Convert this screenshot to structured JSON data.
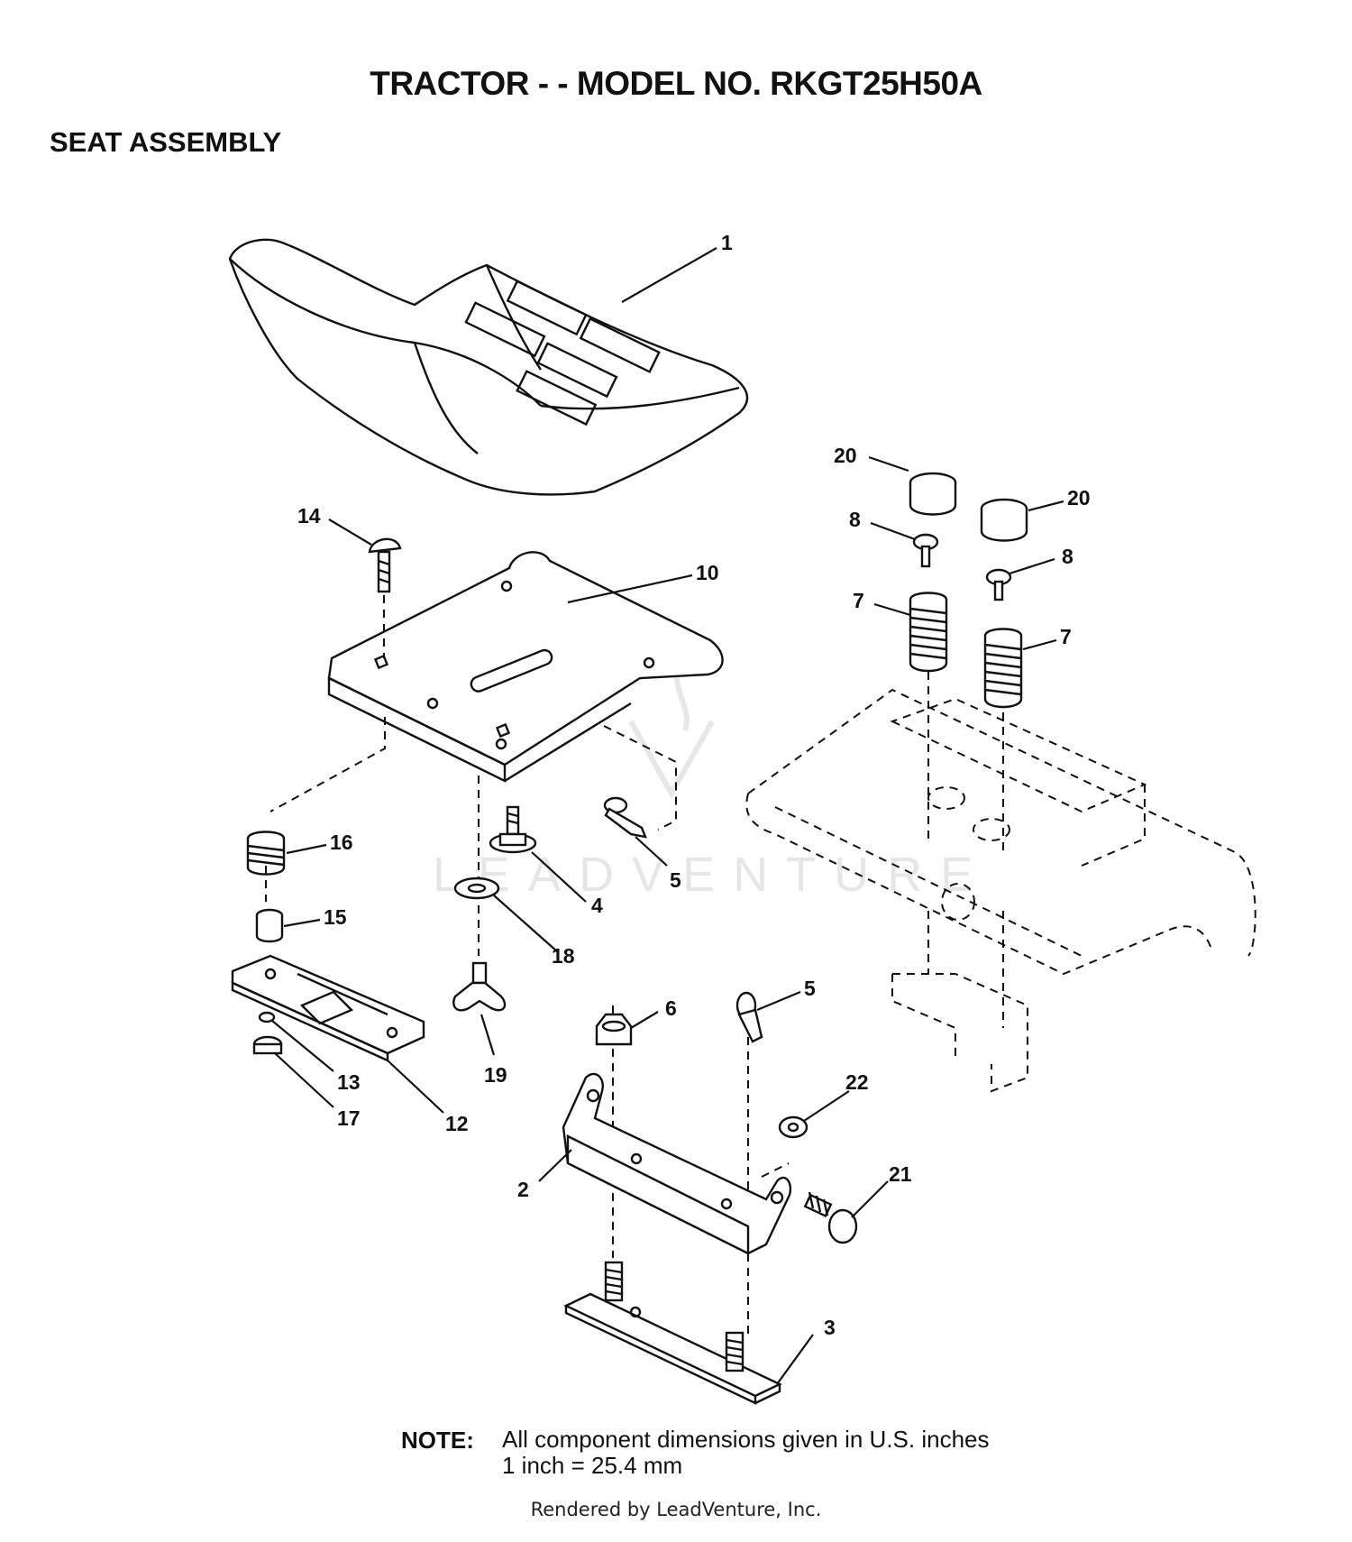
{
  "header": {
    "title": "TRACTOR - - MODEL NO. RKGT25H50A",
    "section": "SEAT ASSEMBLY"
  },
  "watermark": "LEADVENTURE",
  "callouts": {
    "c1": "1",
    "c2": "2",
    "c3": "3",
    "c4": "4",
    "c5a": "5",
    "c5b": "5",
    "c6": "6",
    "c7a": "7",
    "c7b": "7",
    "c8a": "8",
    "c8b": "8",
    "c10": "10",
    "c12": "12",
    "c13": "13",
    "c14": "14",
    "c15": "15",
    "c16": "16",
    "c17": "17",
    "c18": "18",
    "c19": "19",
    "c20a": "20",
    "c20b": "20",
    "c21": "21",
    "c22": "22"
  },
  "note": {
    "label": "NOTE:",
    "line1": "All component dimensions given in U.S. inches",
    "line2": "1 inch = 25.4 mm"
  },
  "footer": "Rendered by LeadVenture, Inc."
}
